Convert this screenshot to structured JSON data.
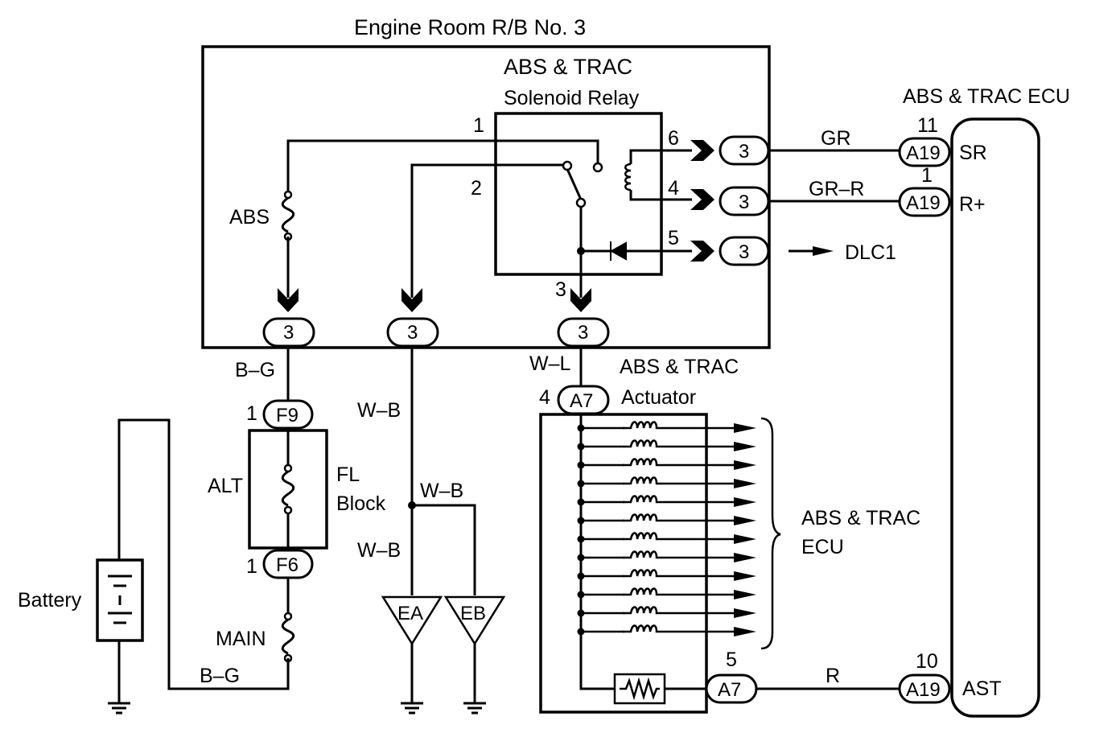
{
  "title": "Engine Room R/B No. 3",
  "relay": {
    "line1": "ABS & TRAC",
    "line2": "Solenoid Relay",
    "pin1": "1",
    "pin2": "2",
    "pin3": "3",
    "pin4": "4",
    "pin5": "5",
    "pin6": "6"
  },
  "fuses": {
    "abs": "ABS",
    "alt": "ALT",
    "main": "MAIN"
  },
  "fl_block": {
    "line1": "FL",
    "line2": "Block"
  },
  "battery": "Battery",
  "connectors": {
    "rb3": "3",
    "f9": "F9",
    "f6": "F6",
    "a7": "A7",
    "a19": "A19"
  },
  "pins": {
    "f9": "1",
    "f6": "1",
    "a7_top": "4",
    "a7_bottom": "5",
    "a19_sr": "11",
    "a19_rplus": "1",
    "a19_ast": "10"
  },
  "wires": {
    "gr": "GR",
    "gr_r": "GR–R",
    "b_g_top": "B–G",
    "b_g_bottom": "B–G",
    "w_b_1": "W–B",
    "w_b_2": "W–B",
    "w_b_3": "W–B",
    "w_l": "W–L",
    "r": "R"
  },
  "grounds": {
    "ea": "EA",
    "eb": "EB"
  },
  "dlc": "DLC1",
  "actuator": {
    "line1": "ABS & TRAC",
    "line2": "Actuator"
  },
  "ecu_right": {
    "title": "ABS & TRAC ECU",
    "sr": "SR",
    "rplus": "R+",
    "ast": "AST"
  },
  "ecu_bracket": {
    "line1": "ABS & TRAC",
    "line2": "ECU"
  },
  "solenoid_count": 12
}
